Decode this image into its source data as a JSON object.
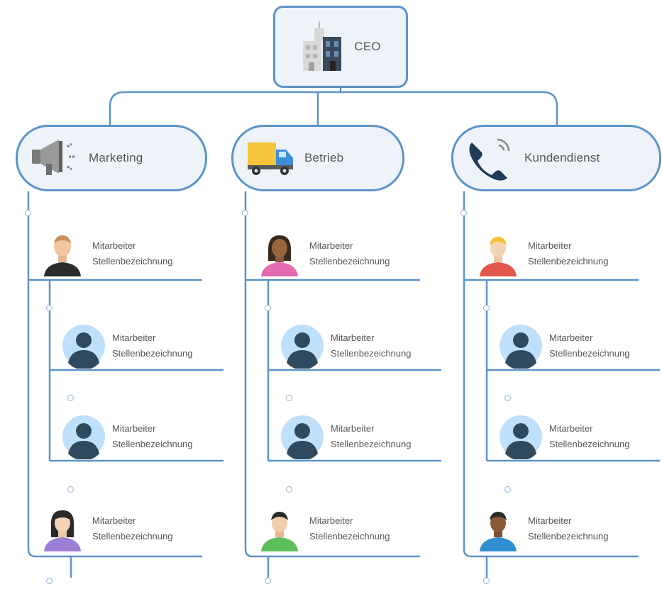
{
  "ceo": {
    "label": "CEO",
    "icon": "office-building-icon"
  },
  "departments": [
    {
      "label": "Marketing",
      "icon": "megaphone-icon",
      "manager": {
        "title": "Mitarbeiter",
        "subtitle": "Stellenbezeichnung",
        "icon": "man-avatar-black-shirt-icon"
      },
      "staff": [
        {
          "title": "Mitarbeiter",
          "subtitle": "Stellenbezeichnung",
          "icon": "placeholder-avatar-icon"
        },
        {
          "title": "Mitarbeiter",
          "subtitle": "Stellenbezeichnung",
          "icon": "placeholder-avatar-icon"
        }
      ],
      "last": {
        "title": "Mitarbeiter",
        "subtitle": "Stellenbezeichnung",
        "icon": "woman-avatar-purple-icon"
      }
    },
    {
      "label": "Betrieb",
      "icon": "delivery-truck-icon",
      "manager": {
        "title": "Mitarbeiter",
        "subtitle": "Stellenbezeichnung",
        "icon": "woman-avatar-pink-icon"
      },
      "staff": [
        {
          "title": "Mitarbeiter",
          "subtitle": "Stellenbezeichnung",
          "icon": "placeholder-avatar-icon"
        },
        {
          "title": "Mitarbeiter",
          "subtitle": "Stellenbezeichnung",
          "icon": "placeholder-avatar-icon"
        }
      ],
      "last": {
        "title": "Mitarbeiter",
        "subtitle": "Stellenbezeichnung",
        "icon": "man-avatar-green-icon"
      }
    },
    {
      "label": "Kundendienst",
      "icon": "phone-ringing-icon",
      "manager": {
        "title": "Mitarbeiter",
        "subtitle": "Stellenbezeichnung",
        "icon": "man-avatar-red-icon"
      },
      "staff": [
        {
          "title": "Mitarbeiter",
          "subtitle": "Stellenbezeichnung",
          "icon": "placeholder-avatar-icon"
        },
        {
          "title": "Mitarbeiter",
          "subtitle": "Stellenbezeichnung",
          "icon": "placeholder-avatar-icon"
        }
      ],
      "last": {
        "title": "Mitarbeiter",
        "subtitle": "Stellenbezeichnung",
        "icon": "man-avatar-blue-icon"
      }
    }
  ],
  "colors": {
    "line": "#5b93c9",
    "node_fill": "#eef3fa",
    "avatar_bg": "#bfe0fb",
    "avatar_silhouette": "#2f4a5e"
  }
}
